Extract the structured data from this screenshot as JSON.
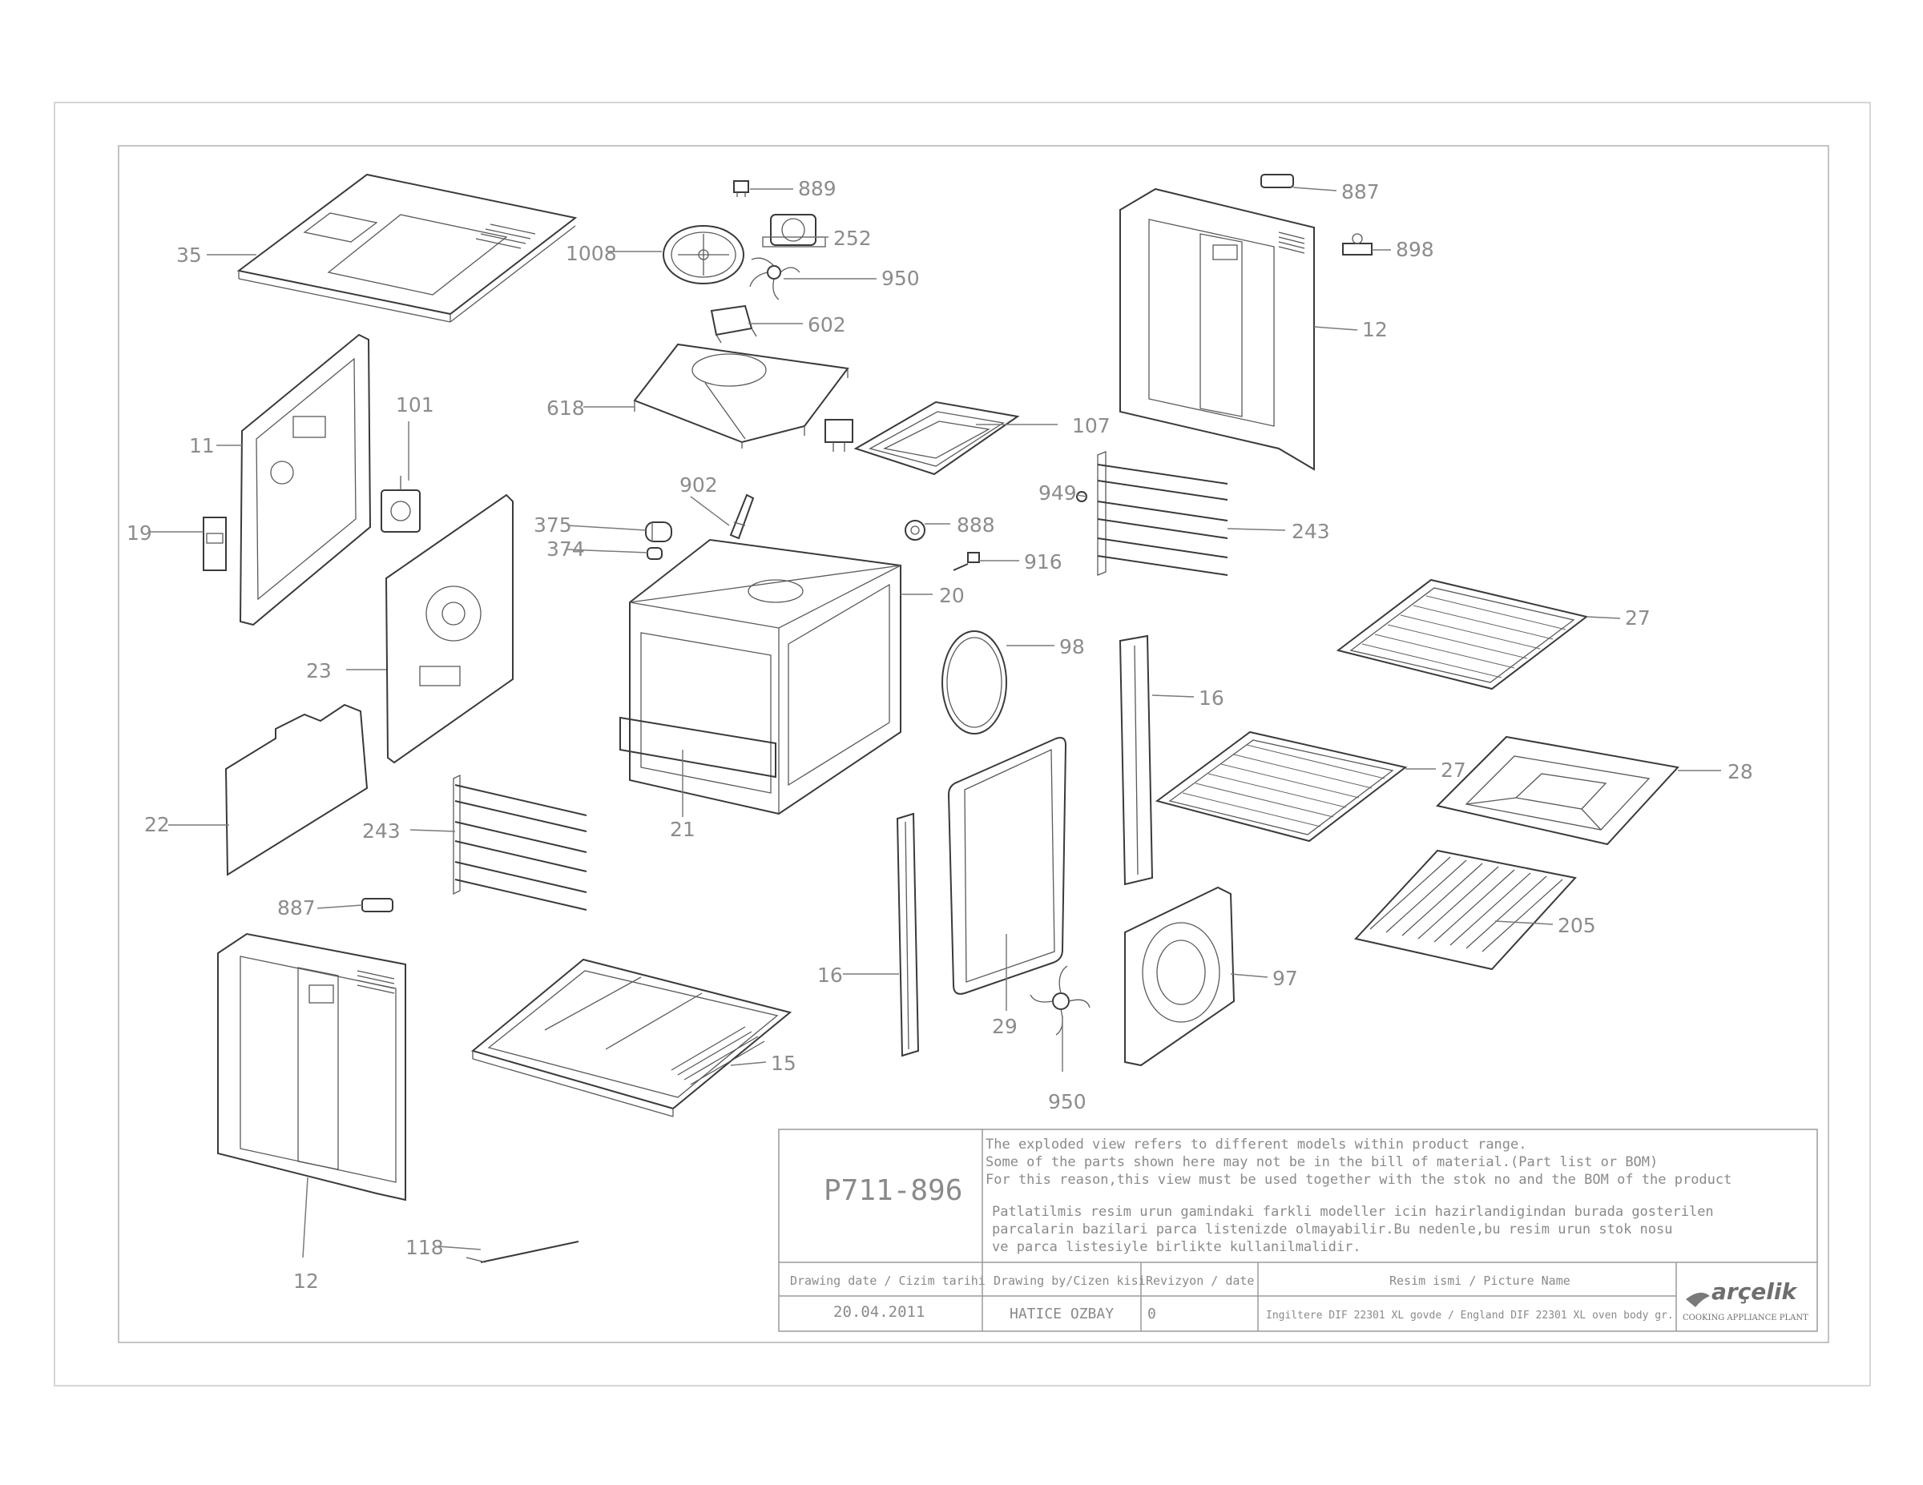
{
  "parts": [
    {
      "id": "p35",
      "number": "35"
    },
    {
      "id": "p889",
      "number": "889"
    },
    {
      "id": "p252",
      "number": "252"
    },
    {
      "id": "p1008",
      "number": "1008"
    },
    {
      "id": "p950a",
      "number": "950"
    },
    {
      "id": "p602",
      "number": "602"
    },
    {
      "id": "p887a",
      "number": "887"
    },
    {
      "id": "p898",
      "number": "898"
    },
    {
      "id": "p12a",
      "number": "12"
    },
    {
      "id": "p618",
      "number": "618"
    },
    {
      "id": "p107",
      "number": "107"
    },
    {
      "id": "p11",
      "number": "11"
    },
    {
      "id": "p101",
      "number": "101"
    },
    {
      "id": "p19",
      "number": "19"
    },
    {
      "id": "p902",
      "number": "902"
    },
    {
      "id": "p375",
      "number": "375"
    },
    {
      "id": "p374",
      "number": "374"
    },
    {
      "id": "p888",
      "number": "888"
    },
    {
      "id": "p949",
      "number": "949"
    },
    {
      "id": "p243a",
      "number": "243"
    },
    {
      "id": "p916",
      "number": "916"
    },
    {
      "id": "p20",
      "number": "20"
    },
    {
      "id": "p27a",
      "number": "27"
    },
    {
      "id": "p23",
      "number": "23"
    },
    {
      "id": "p98",
      "number": "98"
    },
    {
      "id": "p16a",
      "number": "16"
    },
    {
      "id": "p27b",
      "number": "27"
    },
    {
      "id": "p28",
      "number": "28"
    },
    {
      "id": "p22",
      "number": "22"
    },
    {
      "id": "p243b",
      "number": "243"
    },
    {
      "id": "p21",
      "number": "21"
    },
    {
      "id": "p887b",
      "number": "887"
    },
    {
      "id": "p205",
      "number": "205"
    },
    {
      "id": "p16b",
      "number": "16"
    },
    {
      "id": "p97",
      "number": "97"
    },
    {
      "id": "p29",
      "number": "29"
    },
    {
      "id": "p15",
      "number": "15"
    },
    {
      "id": "p950b",
      "number": "950"
    },
    {
      "id": "p12b",
      "number": "12"
    },
    {
      "id": "p118",
      "number": "118"
    }
  ],
  "title_block": {
    "drawing_number": "P711-896",
    "notes": [
      "The exploded view refers to different models within product range.",
      "Some of the parts shown here may not be in the bill of material.(Part list or BOM)",
      "For this reason,this view must be used together with the stok no and the BOM of the product",
      "Patlatilmis resim urun gamindaki farkli modeller icin hazirlandigindan burada gosterilen",
      "parcalarin bazilari parca listenizde olmayabilir.Bu nedenle,bu resim urun stok nosu",
      "ve parca listesiyle birlikte kullanilmalidir."
    ],
    "drawing_date_label": "Drawing date / Cizim tarihi",
    "drawing_date": "20.04.2011",
    "drawn_by_label": "Drawing by/Cizen kisi",
    "drawn_by": "HATICE OZBAY",
    "revision_label": "Revizyon / date",
    "revision": "0",
    "picture_name_label": "Resim ismi / Picture Name",
    "picture_name": "Ingiltere DIF 22301 XL govde / England DIF 22301 XL oven body gr.",
    "logo": "arçelik",
    "logo_sub": "COOKING APPLIANCE PLANT"
  }
}
